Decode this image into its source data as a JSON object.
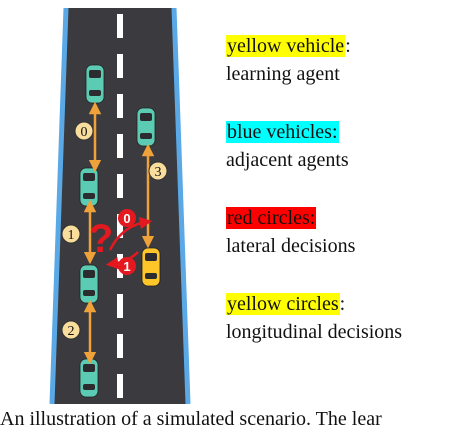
{
  "colors": {
    "road": "#3a3a3f",
    "edge_line": "#5aa9e6",
    "lane_dash": "#ffffff",
    "blue_vehicle": "#5ccbb3",
    "yellow_vehicle": "#ffc62a",
    "yellow_circle": "#f8dd9c",
    "red_circle": "#e3191f",
    "arrow": "#f0a23a",
    "highlight_yellow": "#ffff00",
    "highlight_cyan": "#00ffff",
    "highlight_red": "#ff0000"
  },
  "diagram": {
    "circle_labels": {
      "gap_0": "0",
      "gap_1": "1",
      "gap_2": "2",
      "gap_3": "3",
      "lateral_0": "0",
      "lateral_1": "1"
    },
    "question_mark": "?"
  },
  "legend": {
    "yellow_vehicle": {
      "term": "yellow vehicle",
      "suffix": ":",
      "desc": "learning agent"
    },
    "blue_vehicles": {
      "term": "blue vehicles:",
      "suffix": "",
      "desc": "adjacent agents"
    },
    "red_circles": {
      "term": "red circles:",
      "suffix": "",
      "desc": "lateral decisions"
    },
    "yellow_circles": {
      "term": "yellow circles",
      "suffix": ":",
      "desc": "longitudinal decisions"
    }
  },
  "caption": "An illustration of a simulated scenario. The lear"
}
